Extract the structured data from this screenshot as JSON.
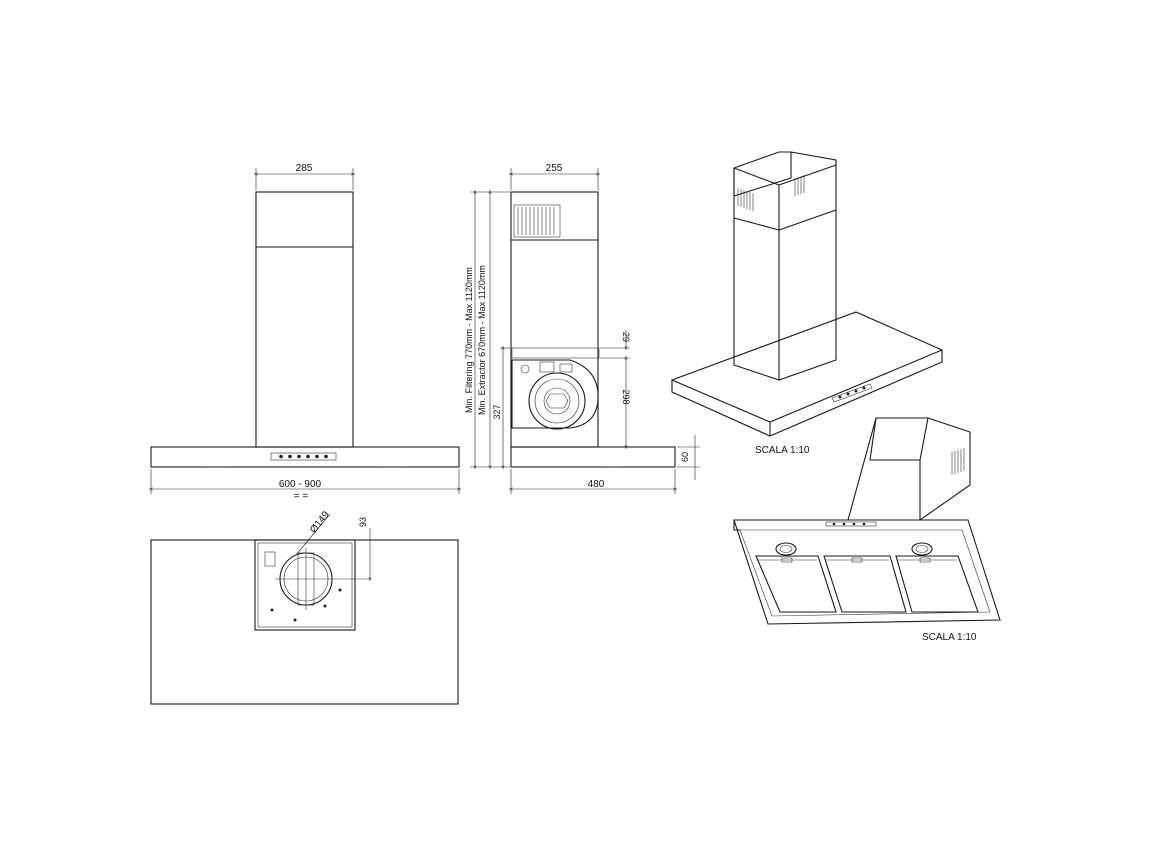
{
  "front_view": {
    "width_top": "285",
    "width_bottom": "600 - 900",
    "centering_mark": "= ="
  },
  "side_view": {
    "width_top": "255",
    "width_bottom": "480",
    "height_note_1": "Min. Filtering 770mm - Max 1120mm",
    "height_note_2": "Min. Extractor 670mm - Max 1120mm",
    "dim_29": "29",
    "dim_298": "298",
    "dim_327": "327",
    "dim_60": "60"
  },
  "plan_view": {
    "diameter": "Ø149",
    "dim_93": "93"
  },
  "iso_top": {
    "scale": "SCALA  1:10"
  },
  "iso_bottom": {
    "scale": "SCALA  1:10"
  }
}
